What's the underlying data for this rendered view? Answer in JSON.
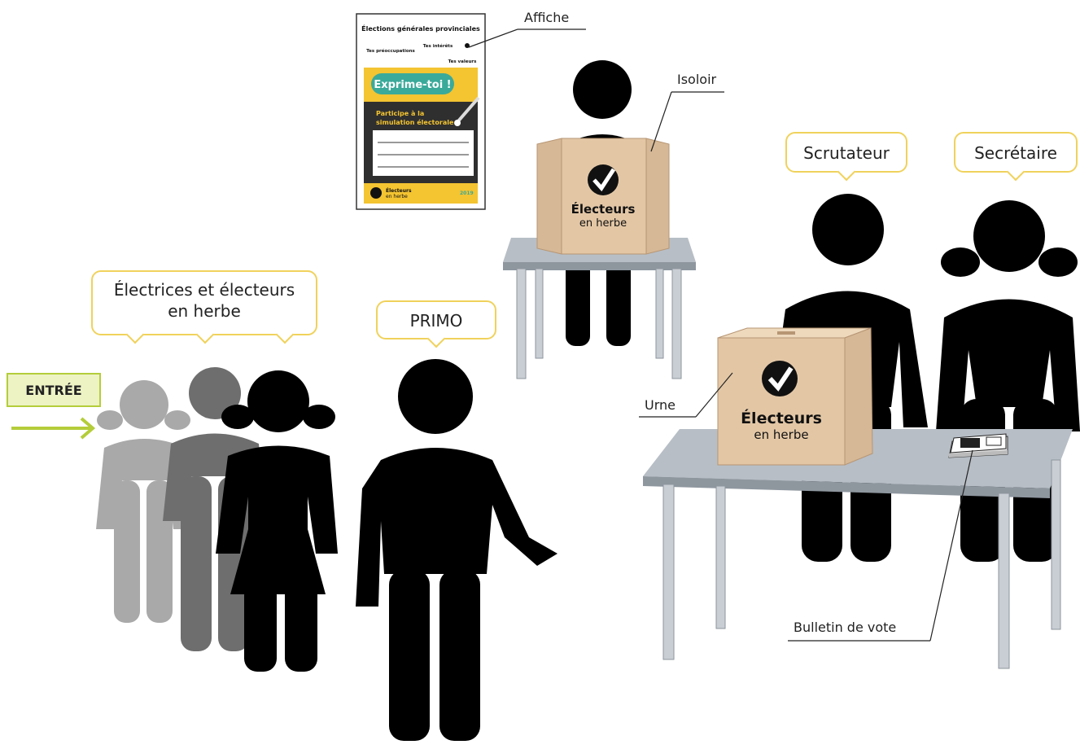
{
  "bubbles": {
    "voters": "Électrices et électeurs en herbe",
    "primo": "PRIMO",
    "scrutateur": "Scrutateur",
    "secretaire": "Secrétaire"
  },
  "labels": {
    "affiche": "Affiche",
    "isoloir": "Isoloir",
    "urne": "Urne",
    "bulletin": "Bulletin de vote",
    "entree": "ENTRÉE"
  },
  "poster": {
    "title": "Élections générales provinciales",
    "interets": "Tes intérêts",
    "preoccupations": "Tes préoccupations",
    "valeurs": "Tes valeurs",
    "banner": "Exprime-toi !",
    "participe": "Participe à la simulation électorale",
    "brand": "Électeurs en herbe"
  },
  "brand": {
    "line1": "Électeurs",
    "line2": "en herbe"
  },
  "colors": {
    "bubble_border": "#f0d25c",
    "entree_fill": "#eef3c4",
    "entree_border": "#b4cd3a",
    "arrow": "#b4cd3a",
    "cardboard": "#e3c7a5",
    "table_top": "#b7bec6"
  }
}
